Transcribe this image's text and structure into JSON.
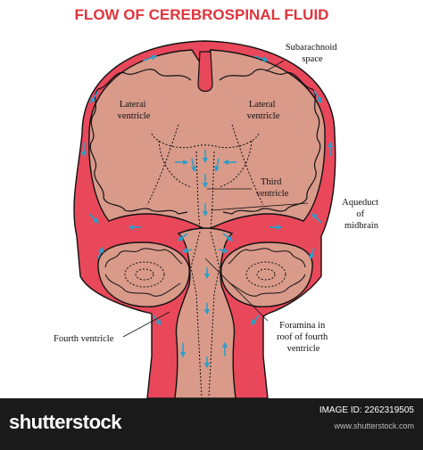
{
  "title": "FLOW OF CEREBROSPINAL FLUID",
  "labels": {
    "subarachnoid": [
      "Subarachnoid",
      "space"
    ],
    "lateral_left": [
      "Laterai",
      "ventricle"
    ],
    "lateral_right": [
      "Lateral",
      "ventricle"
    ],
    "third": [
      "Third",
      "ventricle"
    ],
    "aqueduct": [
      "Aqueduct",
      "of",
      "midbrain"
    ],
    "fourth": [
      "Fourth ventricle"
    ],
    "foramina": [
      "Foramina in",
      "roof of fourth",
      "ventricle"
    ]
  },
  "footer": {
    "brand": "shutterstock",
    "image_id": "IMAGE ID: 2262319505",
    "site": "www.shutterstock.com"
  },
  "colors": {
    "tissue": "#d99a8a",
    "csf_space": "#e8485a",
    "arrow": "#2b9fc9",
    "outline": "#111111"
  }
}
